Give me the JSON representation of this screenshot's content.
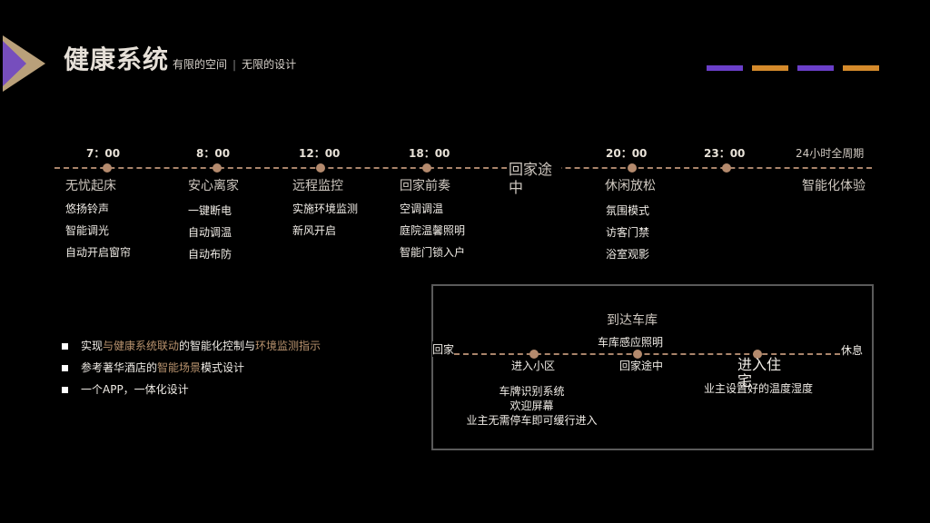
{
  "header": {
    "title": "健康系统",
    "subtitle_left": "有限的空间",
    "subtitle_right": "无限的设计",
    "accent_colors": [
      "#6a3fc9",
      "#d48a2b",
      "#6a3fc9",
      "#d48a2b"
    ]
  },
  "timeline": {
    "stages": [
      {
        "time": "7：00",
        "label": "无忧起床",
        "items": [
          "悠扬铃声",
          "智能调光",
          "自动开启窗帘"
        ]
      },
      {
        "time": "8：00",
        "label": "安心离家",
        "items": [
          "一键断电",
          "自动调温",
          "自动布防"
        ]
      },
      {
        "time": "12：00",
        "label": "远程监控",
        "items": [
          "实施环境监测",
          "新风开启"
        ]
      },
      {
        "time": "18：00",
        "label": "回家前奏",
        "items": [
          "空调调温",
          "庭院温馨照明",
          "智能门锁入户"
        ]
      },
      {
        "time": "",
        "label": "回家途中",
        "items": []
      },
      {
        "time": "20：00",
        "label": "休闲放松",
        "items": [
          "氛围模式",
          "访客门禁",
          "浴室观影"
        ]
      },
      {
        "time": "23：00",
        "label": "",
        "items": []
      },
      {
        "time": "24小时全周期",
        "label": "智能化体验",
        "items": []
      }
    ]
  },
  "bullets": [
    {
      "parts": [
        "实现",
        "与健康系统联动",
        "的智能化控制与",
        "环境监测指示"
      ]
    },
    {
      "parts": [
        "参考著华酒店的",
        "智能场景",
        "模式设计"
      ]
    },
    {
      "parts": [
        "一个APP，一体化设计"
      ]
    }
  ],
  "box": {
    "title": "到达车库",
    "start": "回家",
    "end": "休息",
    "node1": "进入小区",
    "node2_top": "车库感应照明",
    "node2": "回家途中",
    "node3_top": "进入住宅",
    "node3": "业主设置好的温度湿度",
    "details": [
      "车牌识别系统",
      "欢迎屏幕",
      "业主无需停车即可缓行进入"
    ]
  }
}
